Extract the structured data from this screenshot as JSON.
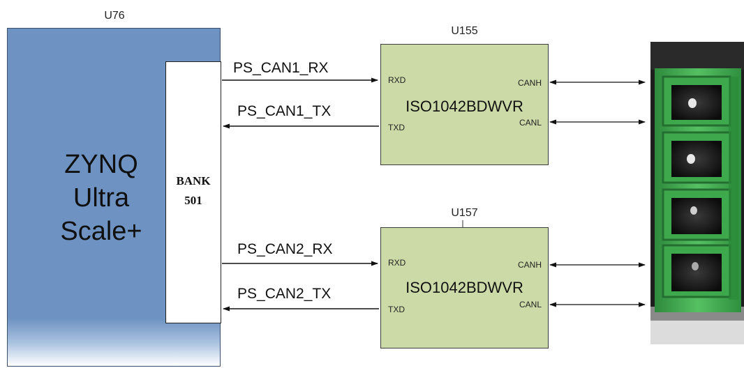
{
  "soc": {
    "ref": "U76",
    "name_lines": [
      "ZYNQ",
      "Ultra",
      "Scale+"
    ],
    "bank_lines": [
      "BANK",
      "501"
    ]
  },
  "transceivers": [
    {
      "ref": "U155",
      "part": "ISO1042BDWVR",
      "pins": {
        "rxd": "RXD",
        "txd": "TXD",
        "canh": "CANH",
        "canl": "CANL"
      },
      "signals": {
        "rx": "PS_CAN1_RX",
        "tx": "PS_CAN1_TX"
      }
    },
    {
      "ref": "U157",
      "part": "ISO1042BDWVR",
      "pins": {
        "rxd": "RXD",
        "txd": "TXD",
        "canh": "CANH",
        "canl": "CANL"
      },
      "signals": {
        "rx": "PS_CAN2_RX",
        "tx": "PS_CAN2_TX"
      }
    }
  ],
  "colors": {
    "soc_fill": "#6e93c2",
    "chip_fill": "#cbdaa6",
    "connector_green": "#4fb95a",
    "line": "#111111"
  }
}
